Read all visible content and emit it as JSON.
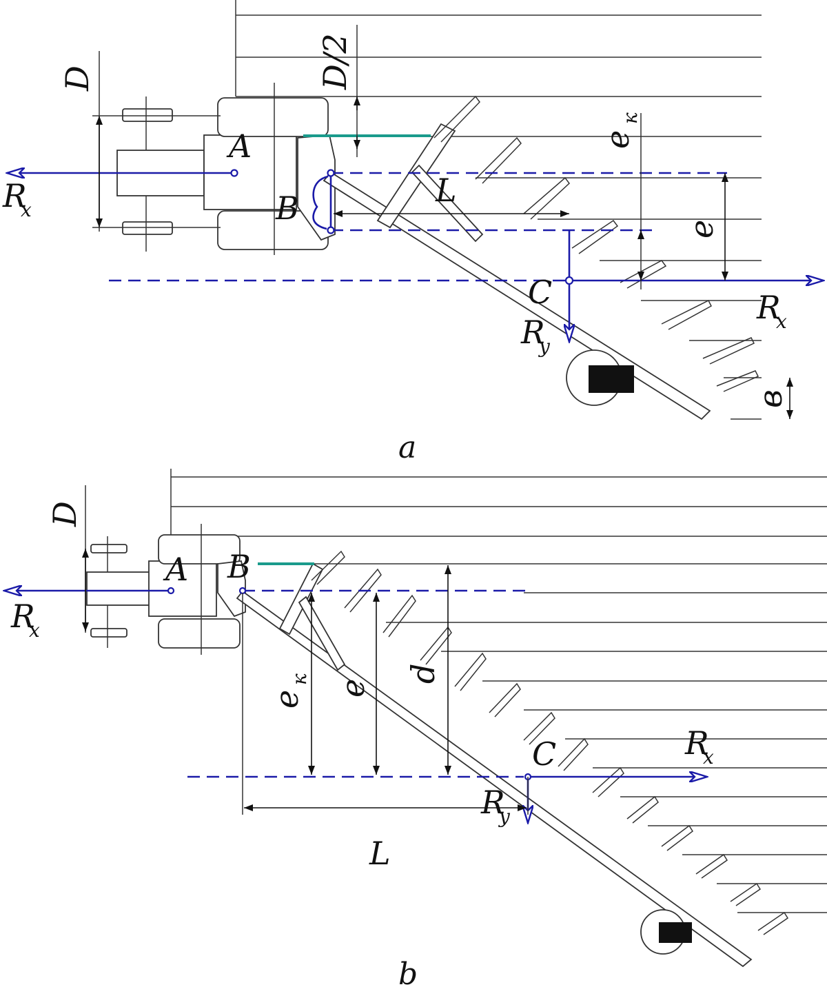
{
  "diagrams": [
    {
      "id": "a",
      "caption": "a",
      "labels": {
        "point_a": "A",
        "point_b": "B",
        "point_c": "C",
        "dim_d": "D",
        "dim_d_half": "D/2",
        "dim_e_k": "e",
        "dim_e_k_sub": "к",
        "dim_e": "e",
        "dim_l": "L",
        "dim_v": "в",
        "force_rx_left": "R",
        "force_rx_left_sub": "x",
        "force_rx_right": "R",
        "force_rx_right_sub": "x",
        "force_ry": "R",
        "force_ry_sub": "y"
      }
    },
    {
      "id": "b",
      "caption": "b",
      "labels": {
        "point_a": "A",
        "point_b": "B",
        "point_c": "C",
        "dim_d": "D",
        "dim_e_k": "e",
        "dim_e_k_sub": "к",
        "dim_e": "e",
        "dim_d_small": "d",
        "dim_l": "L",
        "force_rx_left": "R",
        "force_rx_left_sub": "x",
        "force_rx_right": "R",
        "force_rx_right_sub": "x",
        "force_ry": "R",
        "force_ry_sub": "y"
      }
    }
  ],
  "colors": {
    "force": "#1a1aa8",
    "bar": "#1a9b8c",
    "line": "#333333"
  }
}
